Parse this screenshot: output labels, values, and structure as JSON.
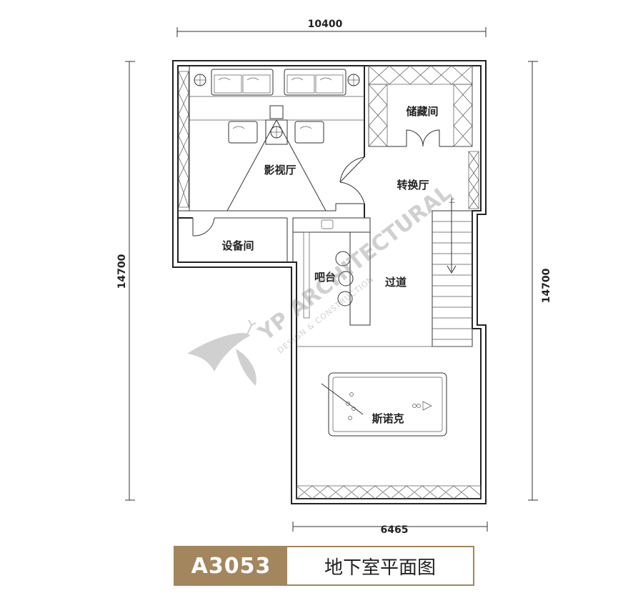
{
  "dimensions": {
    "top_width": "10400",
    "left_height": "14700",
    "right_height": "14700",
    "bottom_width": "6465"
  },
  "rooms": {
    "theater": "影视厅",
    "storage": "储藏间",
    "lobby": "转换厅",
    "equipment": "设备间",
    "bar": "吧台",
    "corridor": "过道",
    "snooker": "斯诺克"
  },
  "watermark": {
    "brand": "YP ARCHITECTURAL",
    "tagline": "DESIGN & CONSTRUCTION"
  },
  "title_block": {
    "code": "A3053",
    "name": "地下室平面图",
    "accent_color": "#a3865e"
  }
}
